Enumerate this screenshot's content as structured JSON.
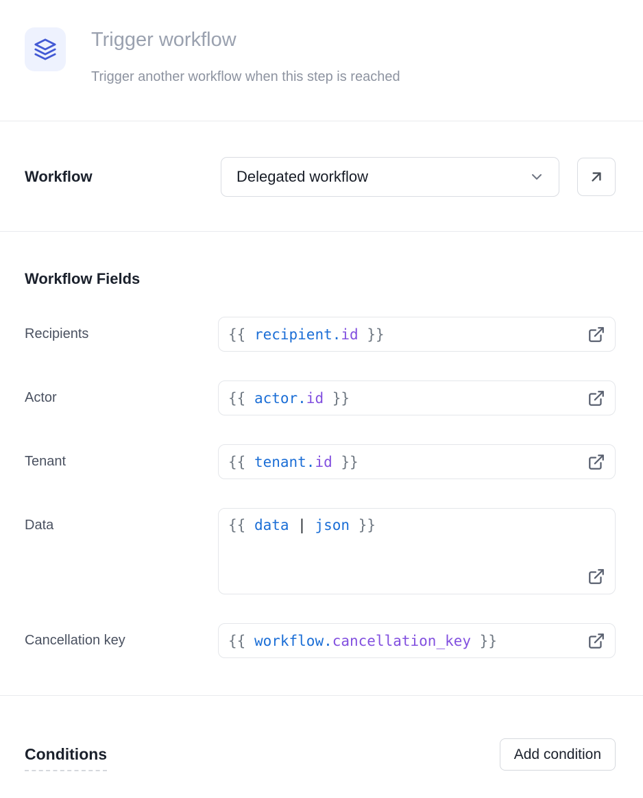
{
  "header": {
    "icon": "layers-icon",
    "title": "Trigger workflow",
    "subtitle": "Trigger another workflow when this step is reached"
  },
  "workflow": {
    "label": "Workflow",
    "selected_option": "Delegated workflow"
  },
  "fields_section": {
    "heading": "Workflow Fields",
    "fields": [
      {
        "label": "Recipients",
        "multiline": false,
        "value": "{{ recipient.id }}",
        "tokens": [
          {
            "text": "{{ ",
            "type": "brace"
          },
          {
            "text": "recipient.",
            "type": "var"
          },
          {
            "text": "id",
            "type": "prop"
          },
          {
            "text": " }}",
            "type": "brace"
          }
        ]
      },
      {
        "label": "Actor",
        "multiline": false,
        "value": "{{ actor.id }}",
        "tokens": [
          {
            "text": "{{ ",
            "type": "brace"
          },
          {
            "text": "actor.",
            "type": "var"
          },
          {
            "text": "id",
            "type": "prop"
          },
          {
            "text": " }}",
            "type": "brace"
          }
        ]
      },
      {
        "label": "Tenant",
        "multiline": false,
        "value": "{{ tenant.id }}",
        "tokens": [
          {
            "text": "{{ ",
            "type": "brace"
          },
          {
            "text": "tenant.",
            "type": "var"
          },
          {
            "text": "id",
            "type": "prop"
          },
          {
            "text": " }}",
            "type": "brace"
          }
        ]
      },
      {
        "label": "Data",
        "multiline": true,
        "value": "{{ data | json }}",
        "tokens": [
          {
            "text": "{{ ",
            "type": "brace"
          },
          {
            "text": "data",
            "type": "var"
          },
          {
            "text": " ",
            "type": "plain"
          },
          {
            "text": "|",
            "type": "op"
          },
          {
            "text": " ",
            "type": "plain"
          },
          {
            "text": "json",
            "type": "var"
          },
          {
            "text": " }}",
            "type": "brace"
          }
        ]
      },
      {
        "label": "Cancellation key",
        "multiline": false,
        "value": "{{ workflow.cancellation_key }}",
        "tokens": [
          {
            "text": "{{ ",
            "type": "brace"
          },
          {
            "text": "workflow.",
            "type": "var"
          },
          {
            "text": "cancellation_key",
            "type": "prop"
          },
          {
            "text": " }}",
            "type": "brace"
          }
        ]
      }
    ]
  },
  "conditions": {
    "heading": "Conditions",
    "add_button_label": "Add condition"
  },
  "colors": {
    "accent_blue": "#4259d4",
    "icon_background": "#eef2fe",
    "code_variable": "#1b6ed6",
    "code_property": "#8250df",
    "code_brace": "#6e7781",
    "divider": "#e9eaee"
  }
}
